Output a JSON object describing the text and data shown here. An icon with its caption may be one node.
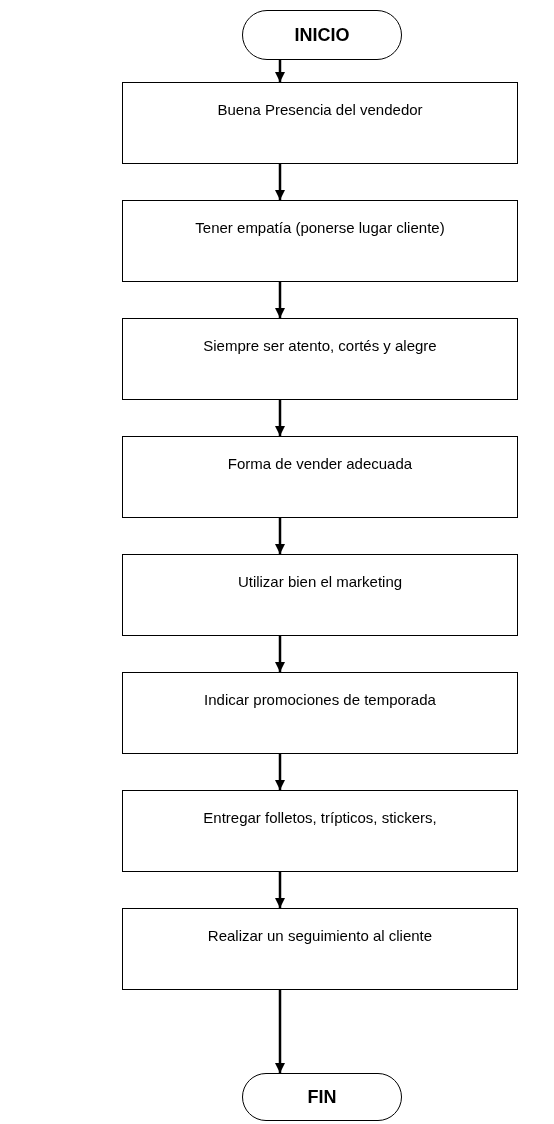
{
  "diagram": {
    "nodes": [
      {
        "text": [
          "INICIO"
        ]
      },
      {
        "text": [
          "Buena Presencia del vendedor"
        ]
      },
      {
        "text": [
          "Tener empatía (ponerse lugar cliente)"
        ]
      },
      {
        "text": [
          "Siempre ser atento, cortés y alegre"
        ]
      },
      {
        "text": [
          "Forma de vender adecuada"
        ]
      },
      {
        "text": [
          "Utilizar bien el marketing"
        ]
      },
      {
        "text": [
          "Indicar promociones de temporada"
        ]
      },
      {
        "text": [
          "Entregar folletos, trípticos, stickers,"
        ]
      },
      {
        "text": [
          "Realizar un seguimiento al cliente"
        ]
      },
      {
        "text": [
          "FIN"
        ]
      }
    ],
    "edges": [
      {
        "from": 0,
        "to": 1,
        "arrow": "to"
      },
      {
        "from": 1,
        "to": 2,
        "arrow": "to"
      },
      {
        "from": 2,
        "to": 3,
        "arrow": "to"
      },
      {
        "from": 3,
        "to": 4,
        "arrow": "to"
      },
      {
        "from": 4,
        "to": 5,
        "arrow": "to"
      },
      {
        "from": 5,
        "to": 6,
        "arrow": "to"
      },
      {
        "from": 6,
        "to": 7,
        "arrow": "to"
      },
      {
        "from": 7,
        "to": 8,
        "arrow": "to"
      },
      {
        "from": 8,
        "to": 9,
        "arrow": "to"
      }
    ]
  }
}
